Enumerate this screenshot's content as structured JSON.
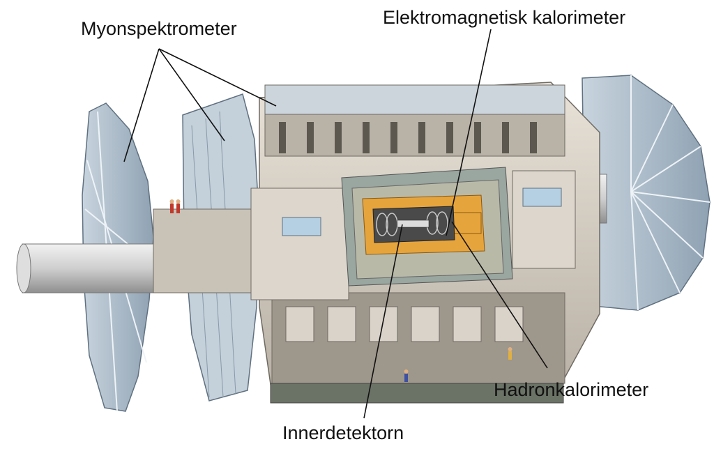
{
  "labels": {
    "muon_spectrometer": "Myonspektrometer",
    "em_calorimeter": "Elektromagnetisk kalorimeter",
    "hadron_calorimeter": "Hadronkalorimeter",
    "inner_detector": "Innerdetektorn"
  },
  "colors": {
    "muon_panel": "#aebfcf",
    "steel_light": "#ddd6cc",
    "steel_mid": "#bdb5aa",
    "steel_dark": "#6e6a63",
    "calorimeter": "#e6a43c",
    "inner_dark": "#3a3a3a",
    "beam_pipe": "#d4d4d4",
    "leader_line": "#111111"
  }
}
